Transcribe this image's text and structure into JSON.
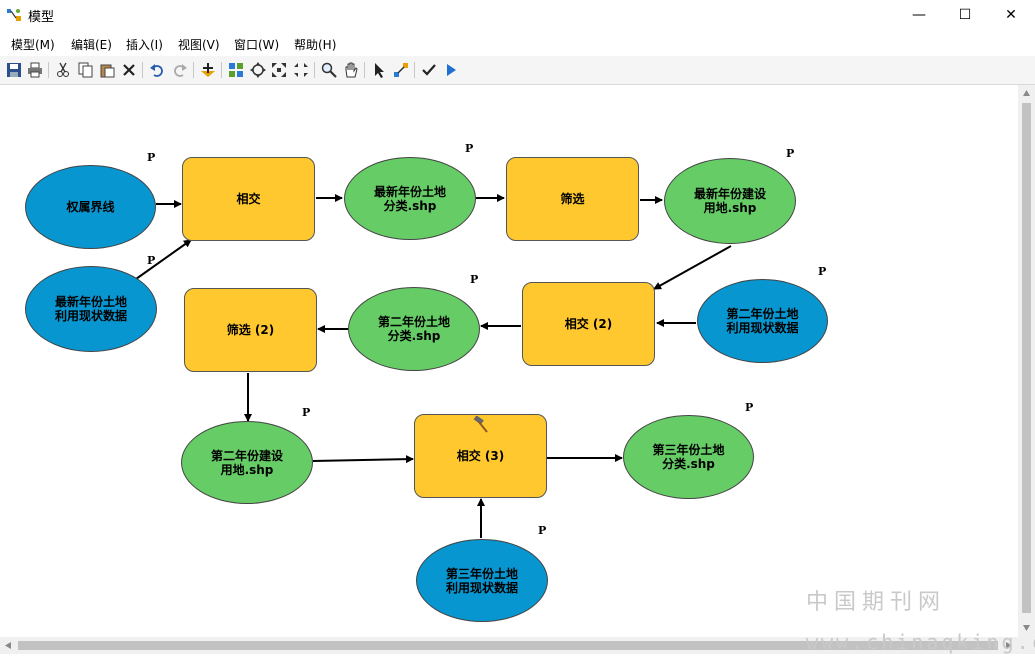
{
  "window": {
    "title": "模型",
    "minimize": "—",
    "maximize": "☐",
    "close": "✕"
  },
  "menu": [
    {
      "label": "模型(M)"
    },
    {
      "label": "编辑(E)"
    },
    {
      "label": "插入(I)"
    },
    {
      "label": "视图(V)"
    },
    {
      "label": "窗口(W)"
    },
    {
      "label": "帮助(H)"
    }
  ],
  "toolbar": [
    {
      "icon": "save-icon"
    },
    {
      "icon": "print-icon"
    },
    {
      "icon": "cut-icon"
    },
    {
      "icon": "copy-icon"
    },
    {
      "icon": "paste-icon"
    },
    {
      "icon": "delete-icon"
    },
    {
      "icon": "undo-icon"
    },
    {
      "icon": "redo-icon"
    },
    {
      "icon": "add-data-icon"
    },
    {
      "icon": "auto-layout-icon"
    },
    {
      "icon": "full-extent-icon"
    },
    {
      "icon": "zoom-in-fixed-icon"
    },
    {
      "icon": "zoom-out-fixed-icon"
    },
    {
      "icon": "zoom-icon"
    },
    {
      "icon": "pan-icon"
    },
    {
      "icon": "select-icon"
    },
    {
      "icon": "connect-icon"
    },
    {
      "icon": "validate-icon"
    },
    {
      "icon": "run-icon"
    }
  ],
  "param_marker": "P",
  "nodes": {
    "in1": "权属界线",
    "in2": "最新年份土地\n利用现状数据",
    "t1": "相交",
    "o1": "最新年份土地\n分类.shp",
    "t2": "筛选",
    "o2": "最新年份建设\n用地.shp",
    "in3": "第二年份土地\n利用现状数据",
    "t3": "相交 (2)",
    "o3": "第二年份土地\n分类.shp",
    "t4": "筛选 (2)",
    "o4": "第二年份建设\n用地.shp",
    "t5": "相交 (3)",
    "o5": "第三年份土地\n分类.shp",
    "in4": "第三年份土地\n利用现状数据"
  },
  "watermark": {
    "cn": "中国期刊网",
    "url": "www.chinaqking.com"
  },
  "colors": {
    "tool": "#ffc82e",
    "input": "#0796cf",
    "output": "#66cc66"
  }
}
